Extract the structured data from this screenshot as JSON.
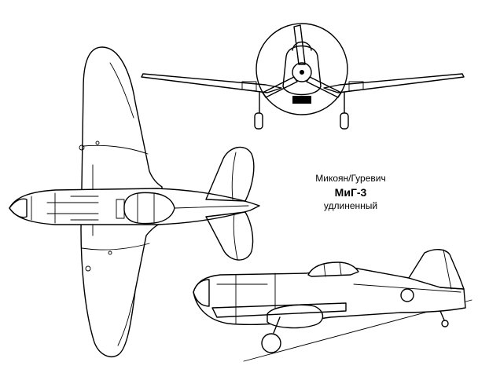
{
  "caption": {
    "designer": "Микоян/Гуревич",
    "model": "МиГ-3",
    "variant": "удлиненный"
  },
  "colors": {
    "line": "#000000",
    "background": "#ffffff"
  }
}
